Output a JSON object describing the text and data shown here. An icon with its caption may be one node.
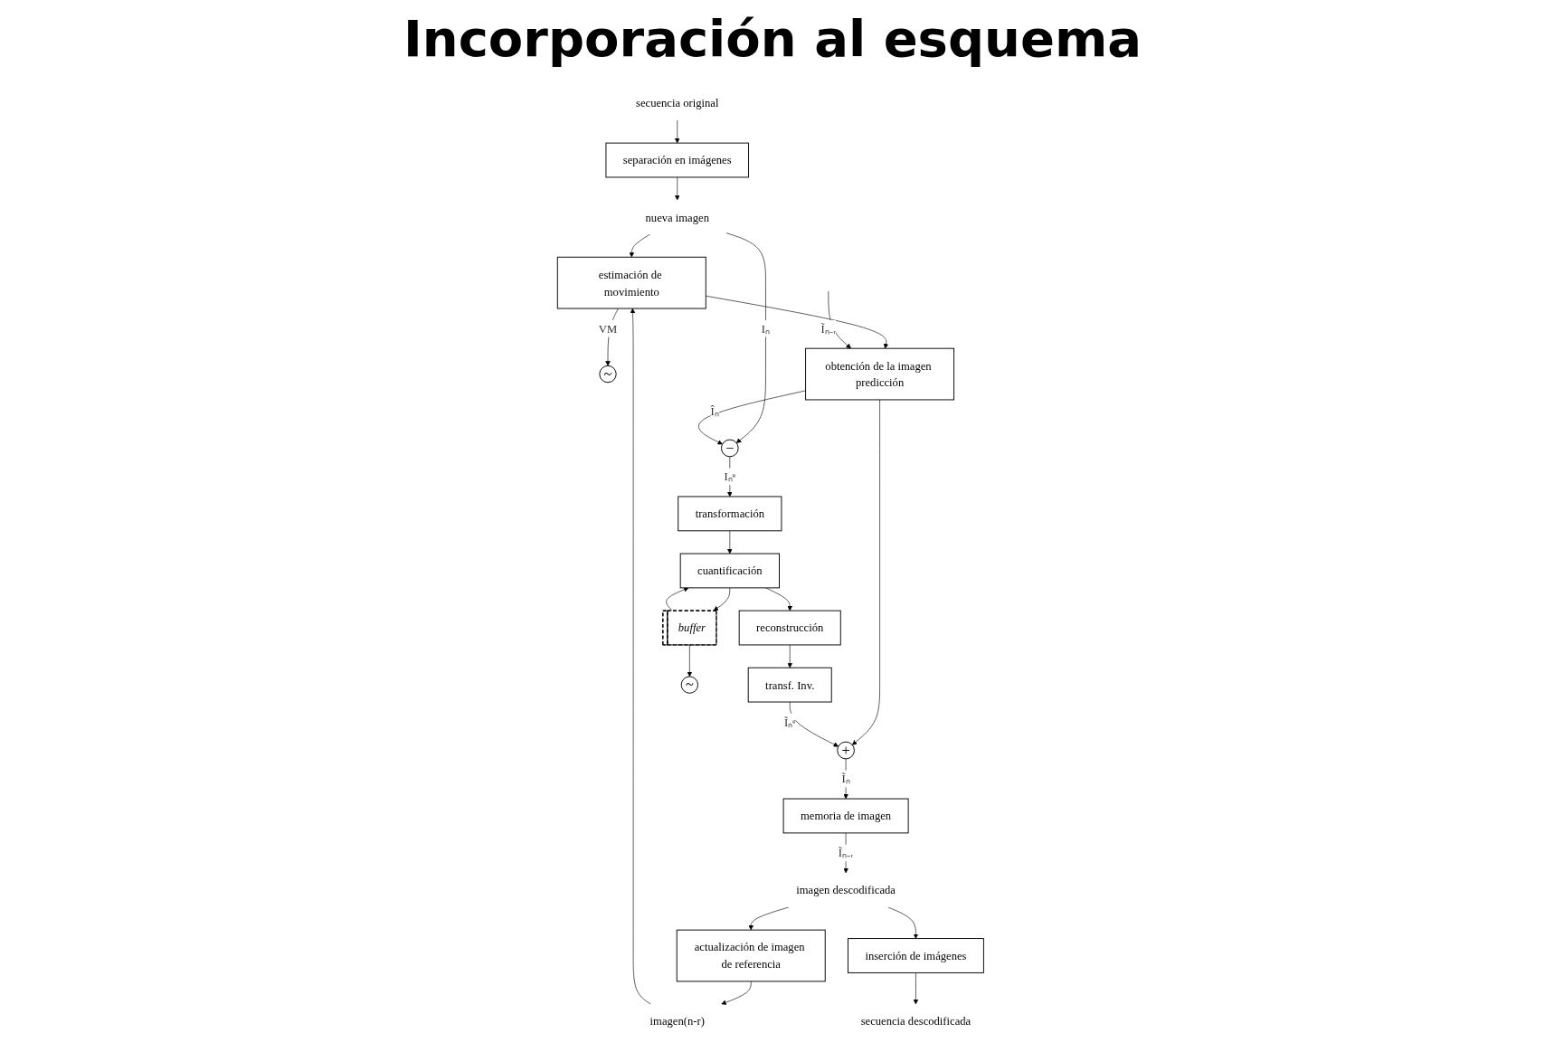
{
  "diagram": {
    "title": "Incorporación al esquema",
    "nodes": [
      {
        "text": [
          "secuencia original"
        ]
      },
      {
        "text": [
          "separación en imágenes"
        ]
      },
      {
        "text": [
          "nueva imagen"
        ]
      },
      {
        "text": [
          "estimación de movimiento"
        ]
      },
      {
        "text": [
          "imagen(n-r)"
        ]
      },
      {
        "text": [
          "actualización de imagen de referencia"
        ]
      },
      {
        "text": [
          "imagen descodificada"
        ]
      },
      {
        "text": [
          "inserción de imágenes"
        ]
      },
      {
        "text": [
          "secuencia descodificada"
        ]
      },
      {
        "text": [
          "−"
        ]
      },
      {
        "text": [
          "~"
        ]
      },
      {
        "text": [
          "obtención de la imagen predicción"
        ]
      },
      {
        "text": [
          "transformación"
        ]
      },
      {
        "text": [
          "cuantificación"
        ]
      },
      {
        "text": [
          "reconstrucción"
        ]
      },
      {
        "text": [
          "transf. Inv."
        ]
      },
      {
        "text": [
          "+"
        ]
      },
      {
        "text": [
          "memoria de imagen"
        ]
      },
      {
        "text": [
          "buffer"
        ]
      },
      {
        "text": [
          "~"
        ]
      }
    ],
    "edges": [
      {
        "from": 0,
        "to": 1,
        "arrow": "to"
      },
      {
        "from": 1,
        "to": 2,
        "arrow": "to"
      },
      {
        "from": 2,
        "to": 3,
        "arrow": "to"
      },
      {
        "from": 2,
        "to": 9,
        "arrow": "to",
        "label": "Iₙ"
      },
      {
        "from": 3,
        "to": 10,
        "arrow": "to",
        "label": "VM"
      },
      {
        "from": 3,
        "to": 11,
        "arrow": "to"
      },
      {
        "from": null,
        "to": 11,
        "arrow": "to",
        "label": "Ĩₙ₋ᵣ"
      },
      {
        "from": 11,
        "to": 9,
        "arrow": "to",
        "label": "Îₙ"
      },
      {
        "from": 11,
        "to": 16,
        "arrow": "to"
      },
      {
        "from": 9,
        "to": 12,
        "arrow": "to",
        "label": "Iₙᵉ"
      },
      {
        "from": 12,
        "to": 13,
        "arrow": "to"
      },
      {
        "from": 13,
        "to": 18,
        "arrow": "to"
      },
      {
        "from": 18,
        "to": 13,
        "arrow": "to"
      },
      {
        "from": 18,
        "to": 19,
        "arrow": "to"
      },
      {
        "from": 13,
        "to": 14,
        "arrow": "to"
      },
      {
        "from": 14,
        "to": 15,
        "arrow": "to"
      },
      {
        "from": 15,
        "to": 16,
        "arrow": "to",
        "label": "Ĩₙᵉ"
      },
      {
        "from": 16,
        "to": 17,
        "arrow": "to",
        "label": "Ĩₙ"
      },
      {
        "from": 17,
        "to": 6,
        "arrow": "to",
        "label": "Ĩₙ₋ᵣ"
      },
      {
        "from": 6,
        "to": 5,
        "arrow": "to"
      },
      {
        "from": 5,
        "to": 4,
        "arrow": "to"
      },
      {
        "from": 4,
        "to": 3,
        "arrow": "to"
      },
      {
        "from": 6,
        "to": 7,
        "arrow": "to"
      },
      {
        "from": 7,
        "to": 8,
        "arrow": "to"
      }
    ]
  }
}
